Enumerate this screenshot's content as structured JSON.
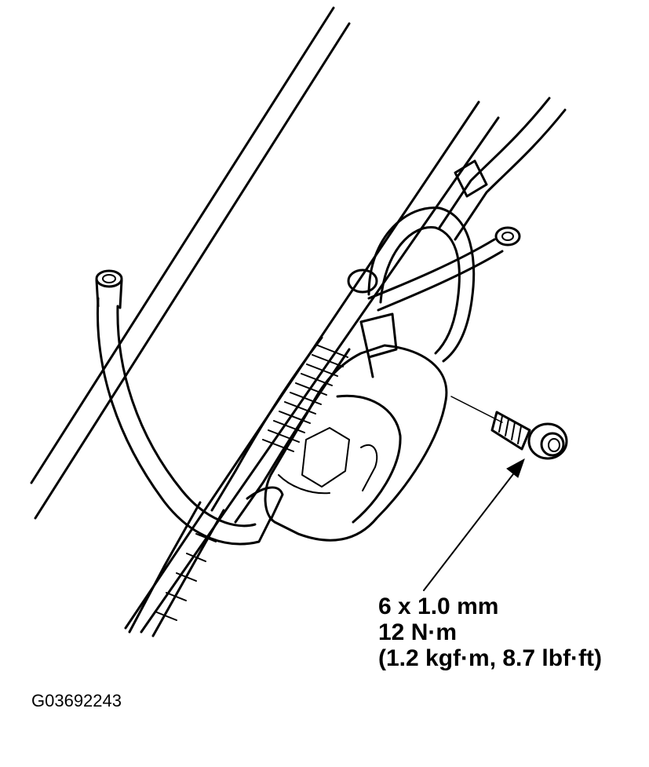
{
  "callout": {
    "bolt_size": "6 x 1.0 mm",
    "torque_nm": "12 N·m",
    "torque_alt": "(1.2 kgf·m, 8.7 lbf·ft)"
  },
  "figure_id": "G03692243",
  "icons": [
    "flange-bolt-icon",
    "connector-assembly-icon",
    "hose-icon",
    "wire-harness-icon"
  ]
}
